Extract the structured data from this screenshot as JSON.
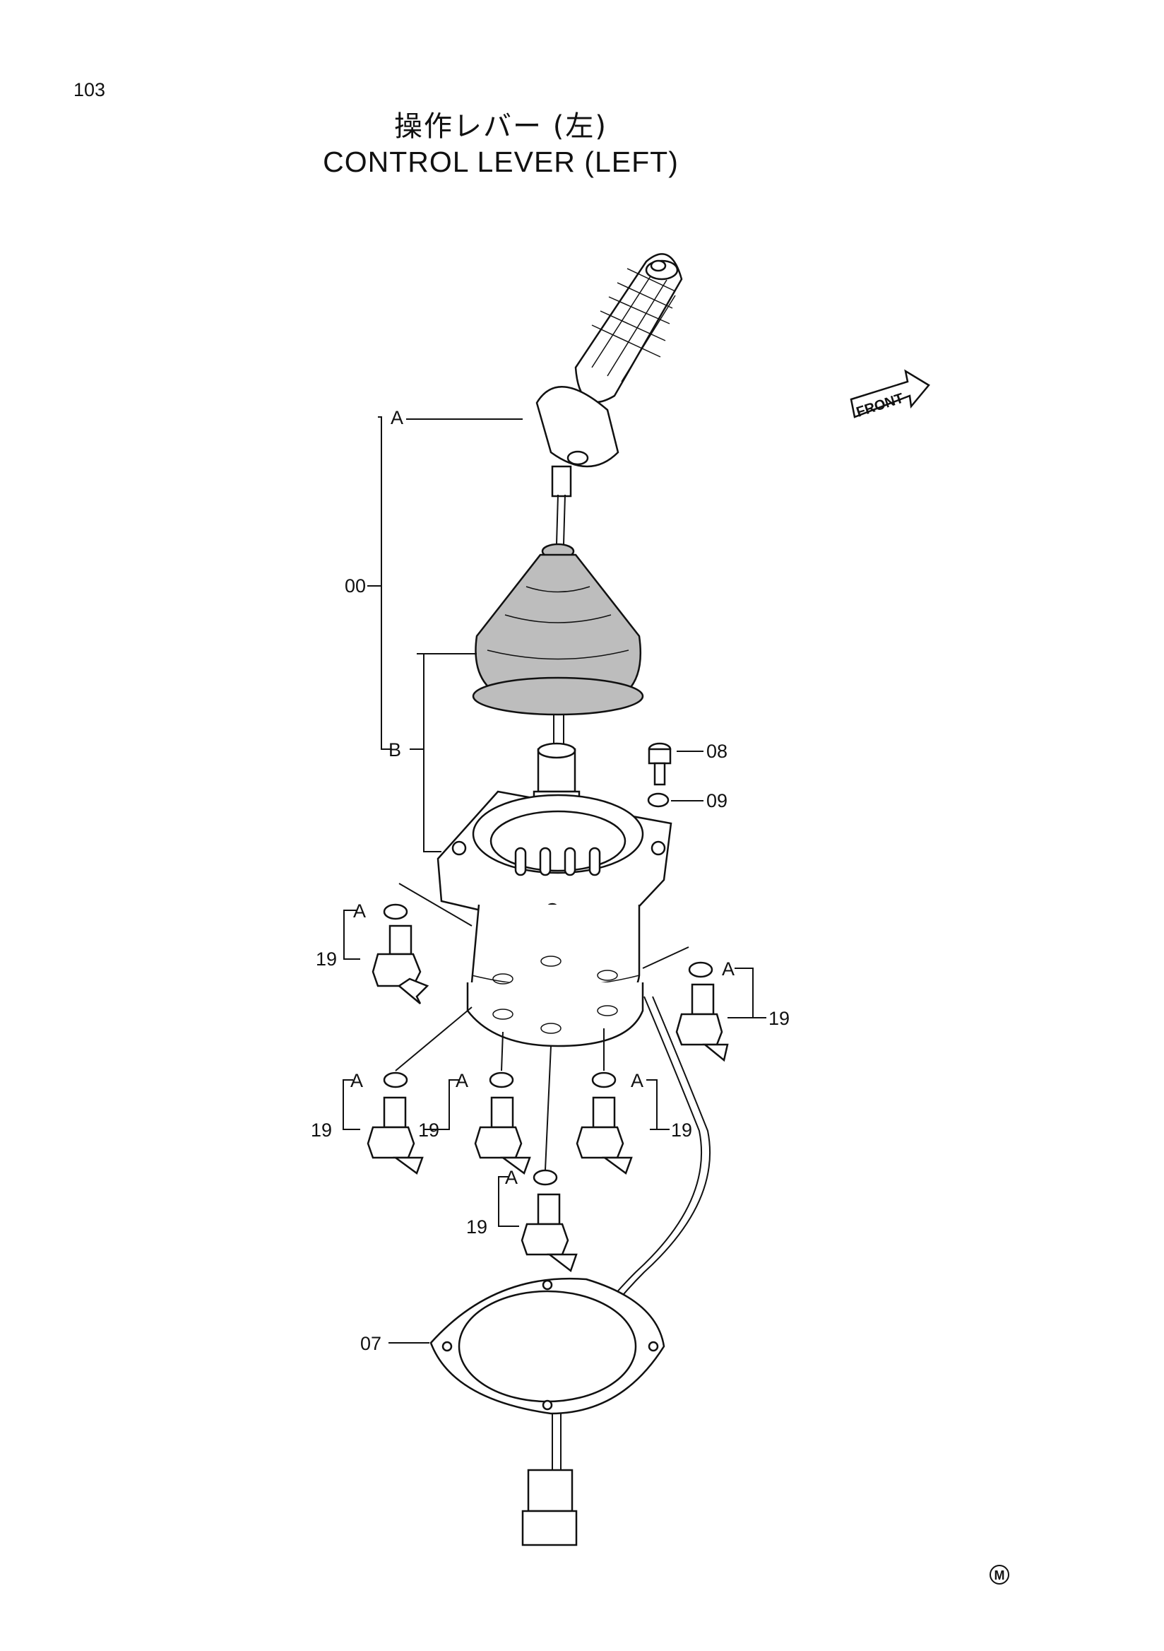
{
  "page_number": "103",
  "title_jp": "操作レバー (左)",
  "title_en": "CONTROL LEVER (LEFT)",
  "front_label": "FRONT",
  "ref_labels": {
    "a": "A",
    "b": "B"
  },
  "callouts": {
    "assembly": "00",
    "gasket": "07",
    "bolt": "08",
    "washer": "09",
    "fitting": "19"
  },
  "corner_mark": "M",
  "colors": {
    "line": "#111111",
    "boot_shade": "#bdbdbd",
    "background": "#ffffff"
  }
}
